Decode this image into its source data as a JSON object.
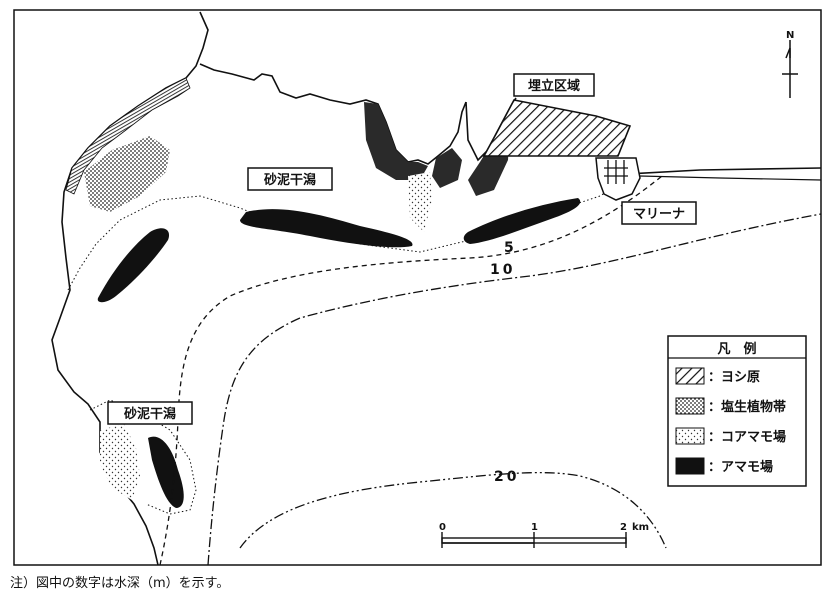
{
  "labels": {
    "tidal_flat_north": "砂泥干潟",
    "tidal_flat_south": "砂泥干潟",
    "reclaimed_area": "埋立区域",
    "marina": "マリーナ"
  },
  "depth_labels": {
    "d5": "5",
    "d10": "10",
    "d20": "20"
  },
  "north": "N",
  "scale": {
    "t0": "0",
    "t1": "1",
    "t2": "2",
    "unit": "km"
  },
  "legend": {
    "title": "凡　例",
    "items": [
      {
        "pattern": "hatch",
        "label": "：ヨシ原"
      },
      {
        "pattern": "dense-dots",
        "label": "：塩生植物帯"
      },
      {
        "pattern": "sparse-dots",
        "label": "：コアマモ場"
      },
      {
        "pattern": "solid",
        "label": "：アマモ場"
      }
    ]
  },
  "note": "注）図中の数字は水深（m）を示す。",
  "colors": {
    "ink": "#111111",
    "paper": "#ffffff"
  }
}
